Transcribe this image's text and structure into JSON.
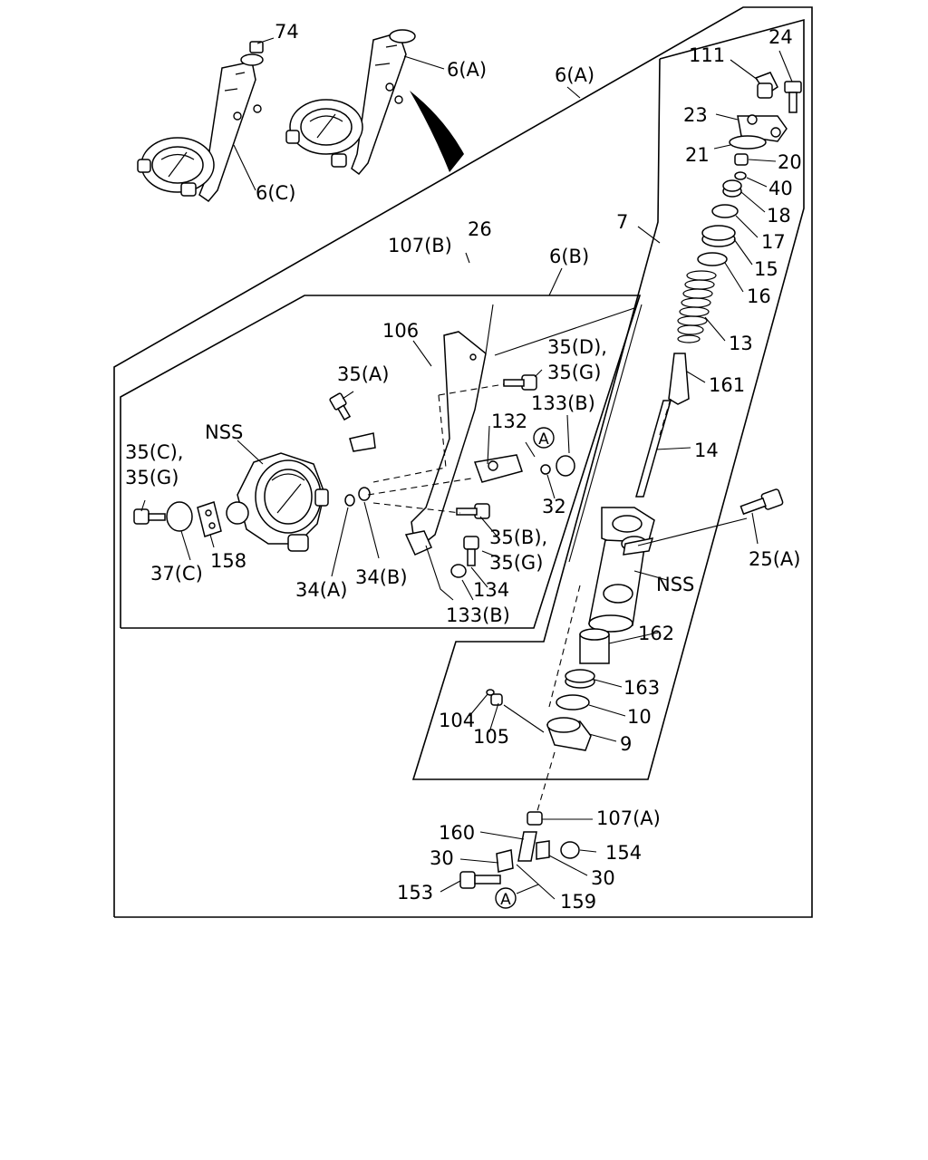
{
  "labels": {
    "l74": "74",
    "l6a_top": "6(A)",
    "l6a_frame": "6(A)",
    "l6c": "6(C)",
    "l24": "24",
    "l111": "111",
    "l23": "23",
    "l21": "21",
    "l20": "20",
    "l40": "40",
    "l18": "18",
    "l17": "17",
    "l15": "15",
    "l16": "16",
    "l13": "13",
    "l161": "161",
    "l14": "14",
    "l7": "7",
    "l107b": "107(B)",
    "l26": "26",
    "l6b": "6(B)",
    "l106": "106",
    "l35d": "35(D),",
    "l35g_a": "35(G)",
    "l35a": "35(A)",
    "l133b_a": "133(B)",
    "l132": "132",
    "l_nss_a": "NSS",
    "l35c": "35(C),",
    "l35g_b": "35(G)",
    "l32": "32",
    "l35b": "35(B),",
    "l35g_c": "35(G)",
    "l37c": "37(C)",
    "l158": "158",
    "l34a": "34(A)",
    "l34b": "34(B)",
    "l134": "134",
    "l133b_b": "133(B)",
    "l25a": "25(A)",
    "l_nss_b": "NSS",
    "l162": "162",
    "l163": "163",
    "l10": "10",
    "l9": "9",
    "l104": "104",
    "l105": "105",
    "l107a": "107(A)",
    "l160": "160",
    "l30_a": "30",
    "l154": "154",
    "l30_b": "30",
    "l153": "153",
    "l159": "159",
    "callout_a": "A"
  }
}
